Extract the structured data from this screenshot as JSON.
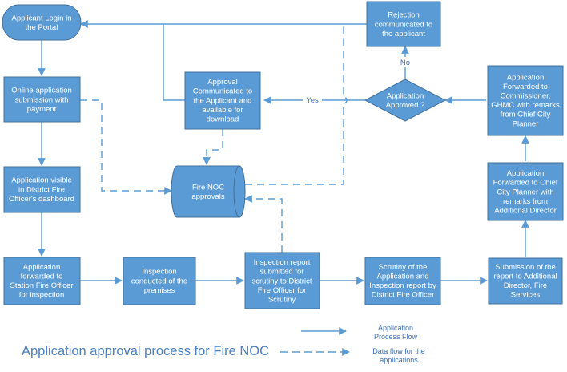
{
  "title": "Application approval process for Fire NOC",
  "colors": {
    "box": "#5b9bd5",
    "box_border": "#41719c",
    "line": "#5b9bd5",
    "text_accent": "#3b6fb0"
  },
  "nodes": {
    "login": [
      "Applicant Login in",
      "the Portal"
    ],
    "online_submission": [
      "Online application",
      "submission with",
      "payment"
    ],
    "visible_dashboard": [
      "Application visible",
      "in District Fire",
      "Officer's dashboard"
    ],
    "forward_station": [
      "Application",
      "forwarded to",
      "Station Fire Officer",
      "for inspection"
    ],
    "inspection": [
      "Inspection",
      "conducted of the",
      "premises"
    ],
    "inspection_report": [
      "Inspection report",
      "submitted for",
      "scrutiny to District",
      "Fire Officer for",
      "Scrutiny"
    ],
    "scrutiny": [
      "Scrutiny of the",
      "Application and",
      "Inspection report by",
      "District Fire Officer"
    ],
    "submission_director": [
      "Submission of the",
      "report to Additional",
      "Director, Fire",
      "Services"
    ],
    "forward_chief_planner": [
      "Application",
      "Forwarded to Chief",
      "City Planner with",
      "remarks from",
      "Additional Director"
    ],
    "forward_commissioner": [
      "Application",
      "Forwarded to",
      "Commissioner,",
      "GHMC with remarks",
      "from Chief City",
      "Planner"
    ],
    "decision": [
      "Application",
      "Approved ?"
    ],
    "rejection": [
      "Rejection",
      "communicated to",
      "the applicant"
    ],
    "approval": [
      "Approval",
      "Communicated to",
      "the Applicant and",
      "available for",
      "download"
    ],
    "database": [
      "Fire NOC",
      "approvals"
    ]
  },
  "edge_labels": {
    "yes": "Yes",
    "no": "No"
  },
  "legend": {
    "process_flow": [
      "Application",
      "Process Flow"
    ],
    "data_flow": [
      "Data flow for the",
      "applications"
    ]
  }
}
